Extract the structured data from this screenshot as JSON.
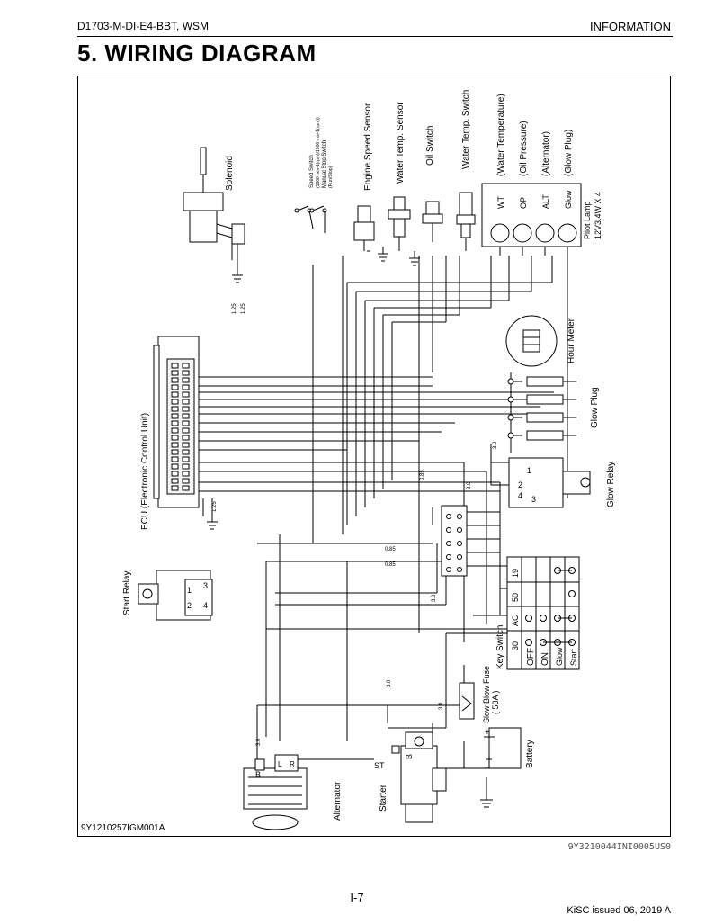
{
  "header": {
    "doc_code": "D1703-M-DI-E4-BBT, WSM",
    "section": "INFORMATION"
  },
  "title": "5.  WIRING DIAGRAM",
  "diagram": {
    "components": {
      "solenoid": "Solenoid",
      "speed_switch": "Speed Switch",
      "speed_switch_detail": "(1800 min-1(rpm)/1500 min-1(rpm))",
      "stop_switch": "Manual Stop Switch",
      "stop_switch_detail": "(Run/Stop)",
      "engine_speed_sensor": "Engine Speed Sensor",
      "water_temp_sensor": "Water Temp. Sensor",
      "oil_switch": "Oil Switch",
      "water_temp_switch": "Water Temp. Switch",
      "lamp_water_temp": "(Water Temperature)",
      "lamp_oil_pressure": "(Oil Pressure)",
      "lamp_alternator": "(Alternator)",
      "lamp_glow_plug": "(Glow Plug)",
      "pilot_lamp": "Pilot Lamp",
      "pilot_lamp_spec": "12V3.4W X 4",
      "ecu": "ECU (Electronic Control Unit)",
      "hour_meter": "Hour Meter",
      "glow_plug": "Glow Plug",
      "glow_relay": "Glow Relay",
      "start_relay": "Start Relay",
      "key_switch": "Key Switch",
      "slow_blow_fuse": "Slow Blow Fuse",
      "slow_blow_fuse_rating": "( 50A )",
      "battery": "Battery",
      "starter": "Starter",
      "alternator": "Alternator"
    },
    "lamp_codes": [
      "WT",
      "OP",
      "ALT",
      "Glow"
    ],
    "key_switch_terminals": [
      "19",
      "50",
      "AC",
      "30"
    ],
    "key_switch_positions": [
      "OFF",
      "ON",
      "Glow",
      "Start"
    ],
    "wire_sizes": [
      "1.25",
      "1.25",
      "1.25",
      "0.85",
      "0.85",
      "0.85",
      "3.0",
      "3.0",
      "3.0",
      "3.0",
      "3.0",
      "3.0"
    ],
    "terminals": {
      "relay_1": "1",
      "relay_2": "2",
      "relay_3": "3",
      "relay_4": "4",
      "B": "B",
      "ST": "ST",
      "L": "L",
      "R": "R",
      "plus": "+",
      "minus": "−"
    },
    "figure_id": "9Y1210257IGM001A"
  },
  "footer": {
    "ref_code": "9Y3210044INI0005US0",
    "page": "I-7",
    "issued": "KiSC issued 06, 2019 A"
  }
}
